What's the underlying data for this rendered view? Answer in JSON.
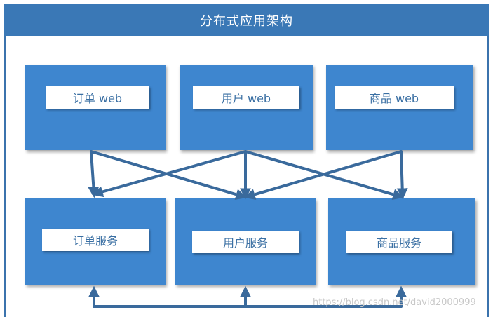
{
  "title": "分布式应用架构",
  "web_layer": [
    {
      "label": "订单 web"
    },
    {
      "label": "用户 web"
    },
    {
      "label": "商品 web"
    }
  ],
  "service_layer": [
    {
      "label": "订单服务"
    },
    {
      "label": "用户服务"
    },
    {
      "label": "商品服务"
    }
  ],
  "watermark": "https://blog.csdn.net/david2000999",
  "colors": {
    "title_bar": "#3a78b6",
    "box_fill": "#3e86cf",
    "arrow": "#3a6a9c",
    "label_text": "#3a6fa3"
  }
}
